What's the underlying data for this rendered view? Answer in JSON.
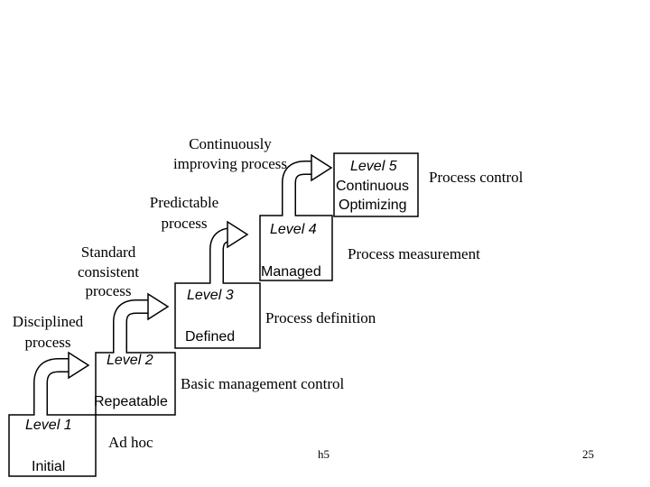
{
  "levels": [
    {
      "level_label": "Level 1",
      "name": "Initial"
    },
    {
      "level_label": "Level 2",
      "name": "Repeatable"
    },
    {
      "level_label": "Level 3",
      "name": "Defined"
    },
    {
      "level_label": "Level 4",
      "name": "Managed"
    },
    {
      "level_label": "Level 5",
      "name_lines": [
        "Continuous",
        "Optimizing"
      ]
    }
  ],
  "transitions": [
    {
      "label_lines": [
        "Disciplined",
        "process"
      ]
    },
    {
      "label_lines": [
        "Standard",
        "consistent",
        "process"
      ]
    },
    {
      "label_lines": [
        "Predictable",
        "process"
      ]
    },
    {
      "label_lines": [
        "Continuously",
        "improving process"
      ]
    }
  ],
  "controls": [
    {
      "label": "Ad hoc"
    },
    {
      "label": "Basic management control"
    },
    {
      "label": "Process definition"
    },
    {
      "label": "Process measurement"
    },
    {
      "label": "Process control"
    }
  ],
  "footer": {
    "code": "h5",
    "page_number": "25"
  }
}
